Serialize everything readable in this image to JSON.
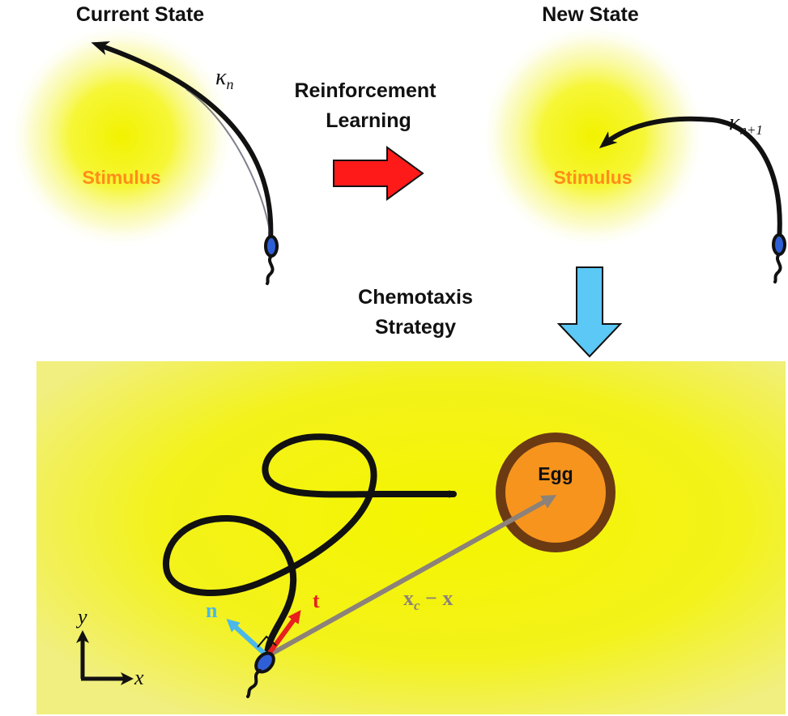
{
  "top": {
    "current_state": {
      "title": "Current State",
      "stimulus_label": "Stimulus",
      "curvature_symbol": "κ",
      "curvature_subscript": "n"
    },
    "transition": {
      "line1": "Reinforcement",
      "line2": "Learning"
    },
    "new_state": {
      "title": "New State",
      "stimulus_label": "Stimulus",
      "curvature_symbol": "κ",
      "curvature_subscript": "n+1"
    },
    "downstream": {
      "line1": "Chemotaxis",
      "line2": "Strategy"
    }
  },
  "bottom": {
    "egg_label": "Egg",
    "tangent_label": "t",
    "normal_label": "n",
    "vector_label_main": "x",
    "vector_label_sub": "c",
    "vector_label_rest": " − x",
    "axis_x_label": "x",
    "axis_y_label": "y"
  },
  "colors": {
    "stimulus_text": "#ff8c1a",
    "glow_core": "#f2f200",
    "field_yellow": "#f5f500",
    "red_arrow": "#ff1a1a",
    "blue_arrow": "#5bc8f5",
    "egg_fill": "#f7941d",
    "egg_ring": "#6b3a12",
    "tangent": "#e8201e",
    "normal": "#4ab8ea",
    "vector": "#8c8279",
    "sperm_head": "#2f5fd6",
    "path": "#111111"
  }
}
